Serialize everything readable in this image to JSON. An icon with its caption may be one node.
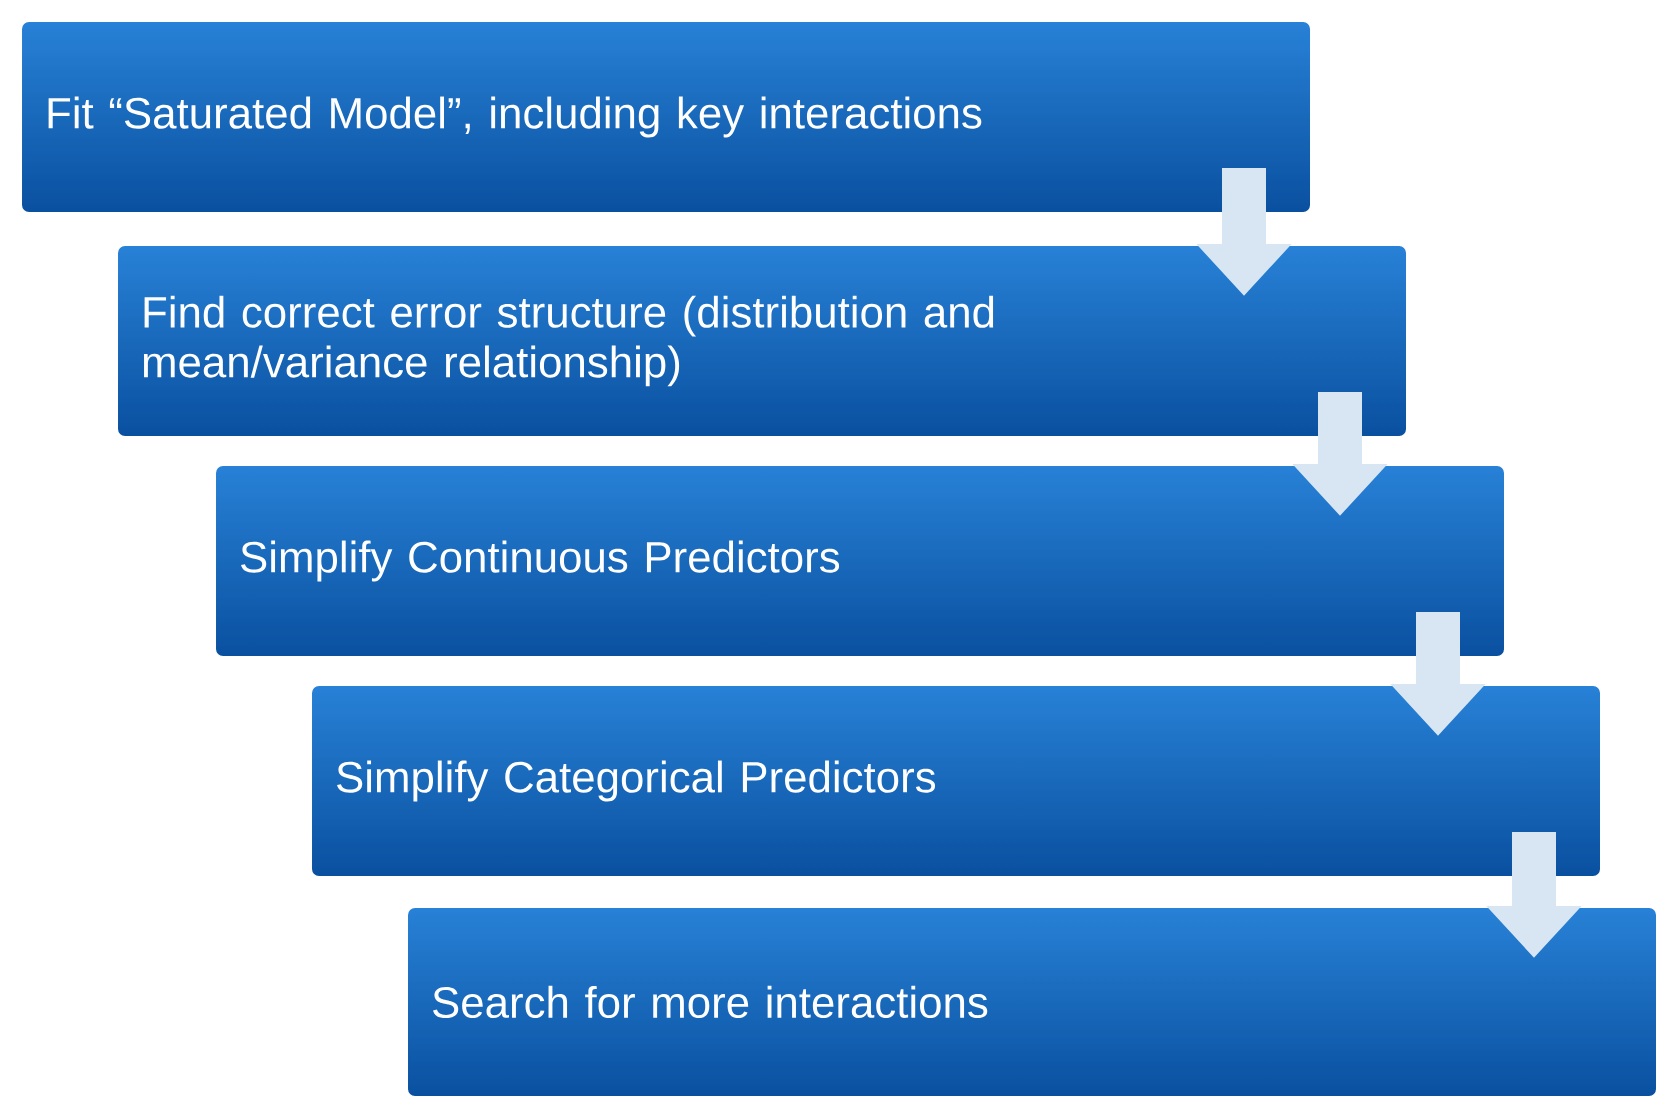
{
  "diagram": {
    "nodes": [
      {
        "text": [
          "Fit “Saturated Model”, including key interactions"
        ]
      },
      {
        "text": [
          "Find correct error structure (distribution and mean/variance relationship)"
        ]
      },
      {
        "text": [
          "Simplify Continuous Predictors"
        ]
      },
      {
        "text": [
          "Simplify Categorical Predictors"
        ]
      },
      {
        "text": [
          "Search for more interactions"
        ]
      }
    ],
    "edges": [
      {
        "from": 0,
        "to": 1,
        "arrow": "to"
      },
      {
        "from": 1,
        "to": 2,
        "arrow": "to"
      },
      {
        "from": 2,
        "to": 3,
        "arrow": "to"
      },
      {
        "from": 3,
        "to": 4,
        "arrow": "to"
      }
    ]
  }
}
